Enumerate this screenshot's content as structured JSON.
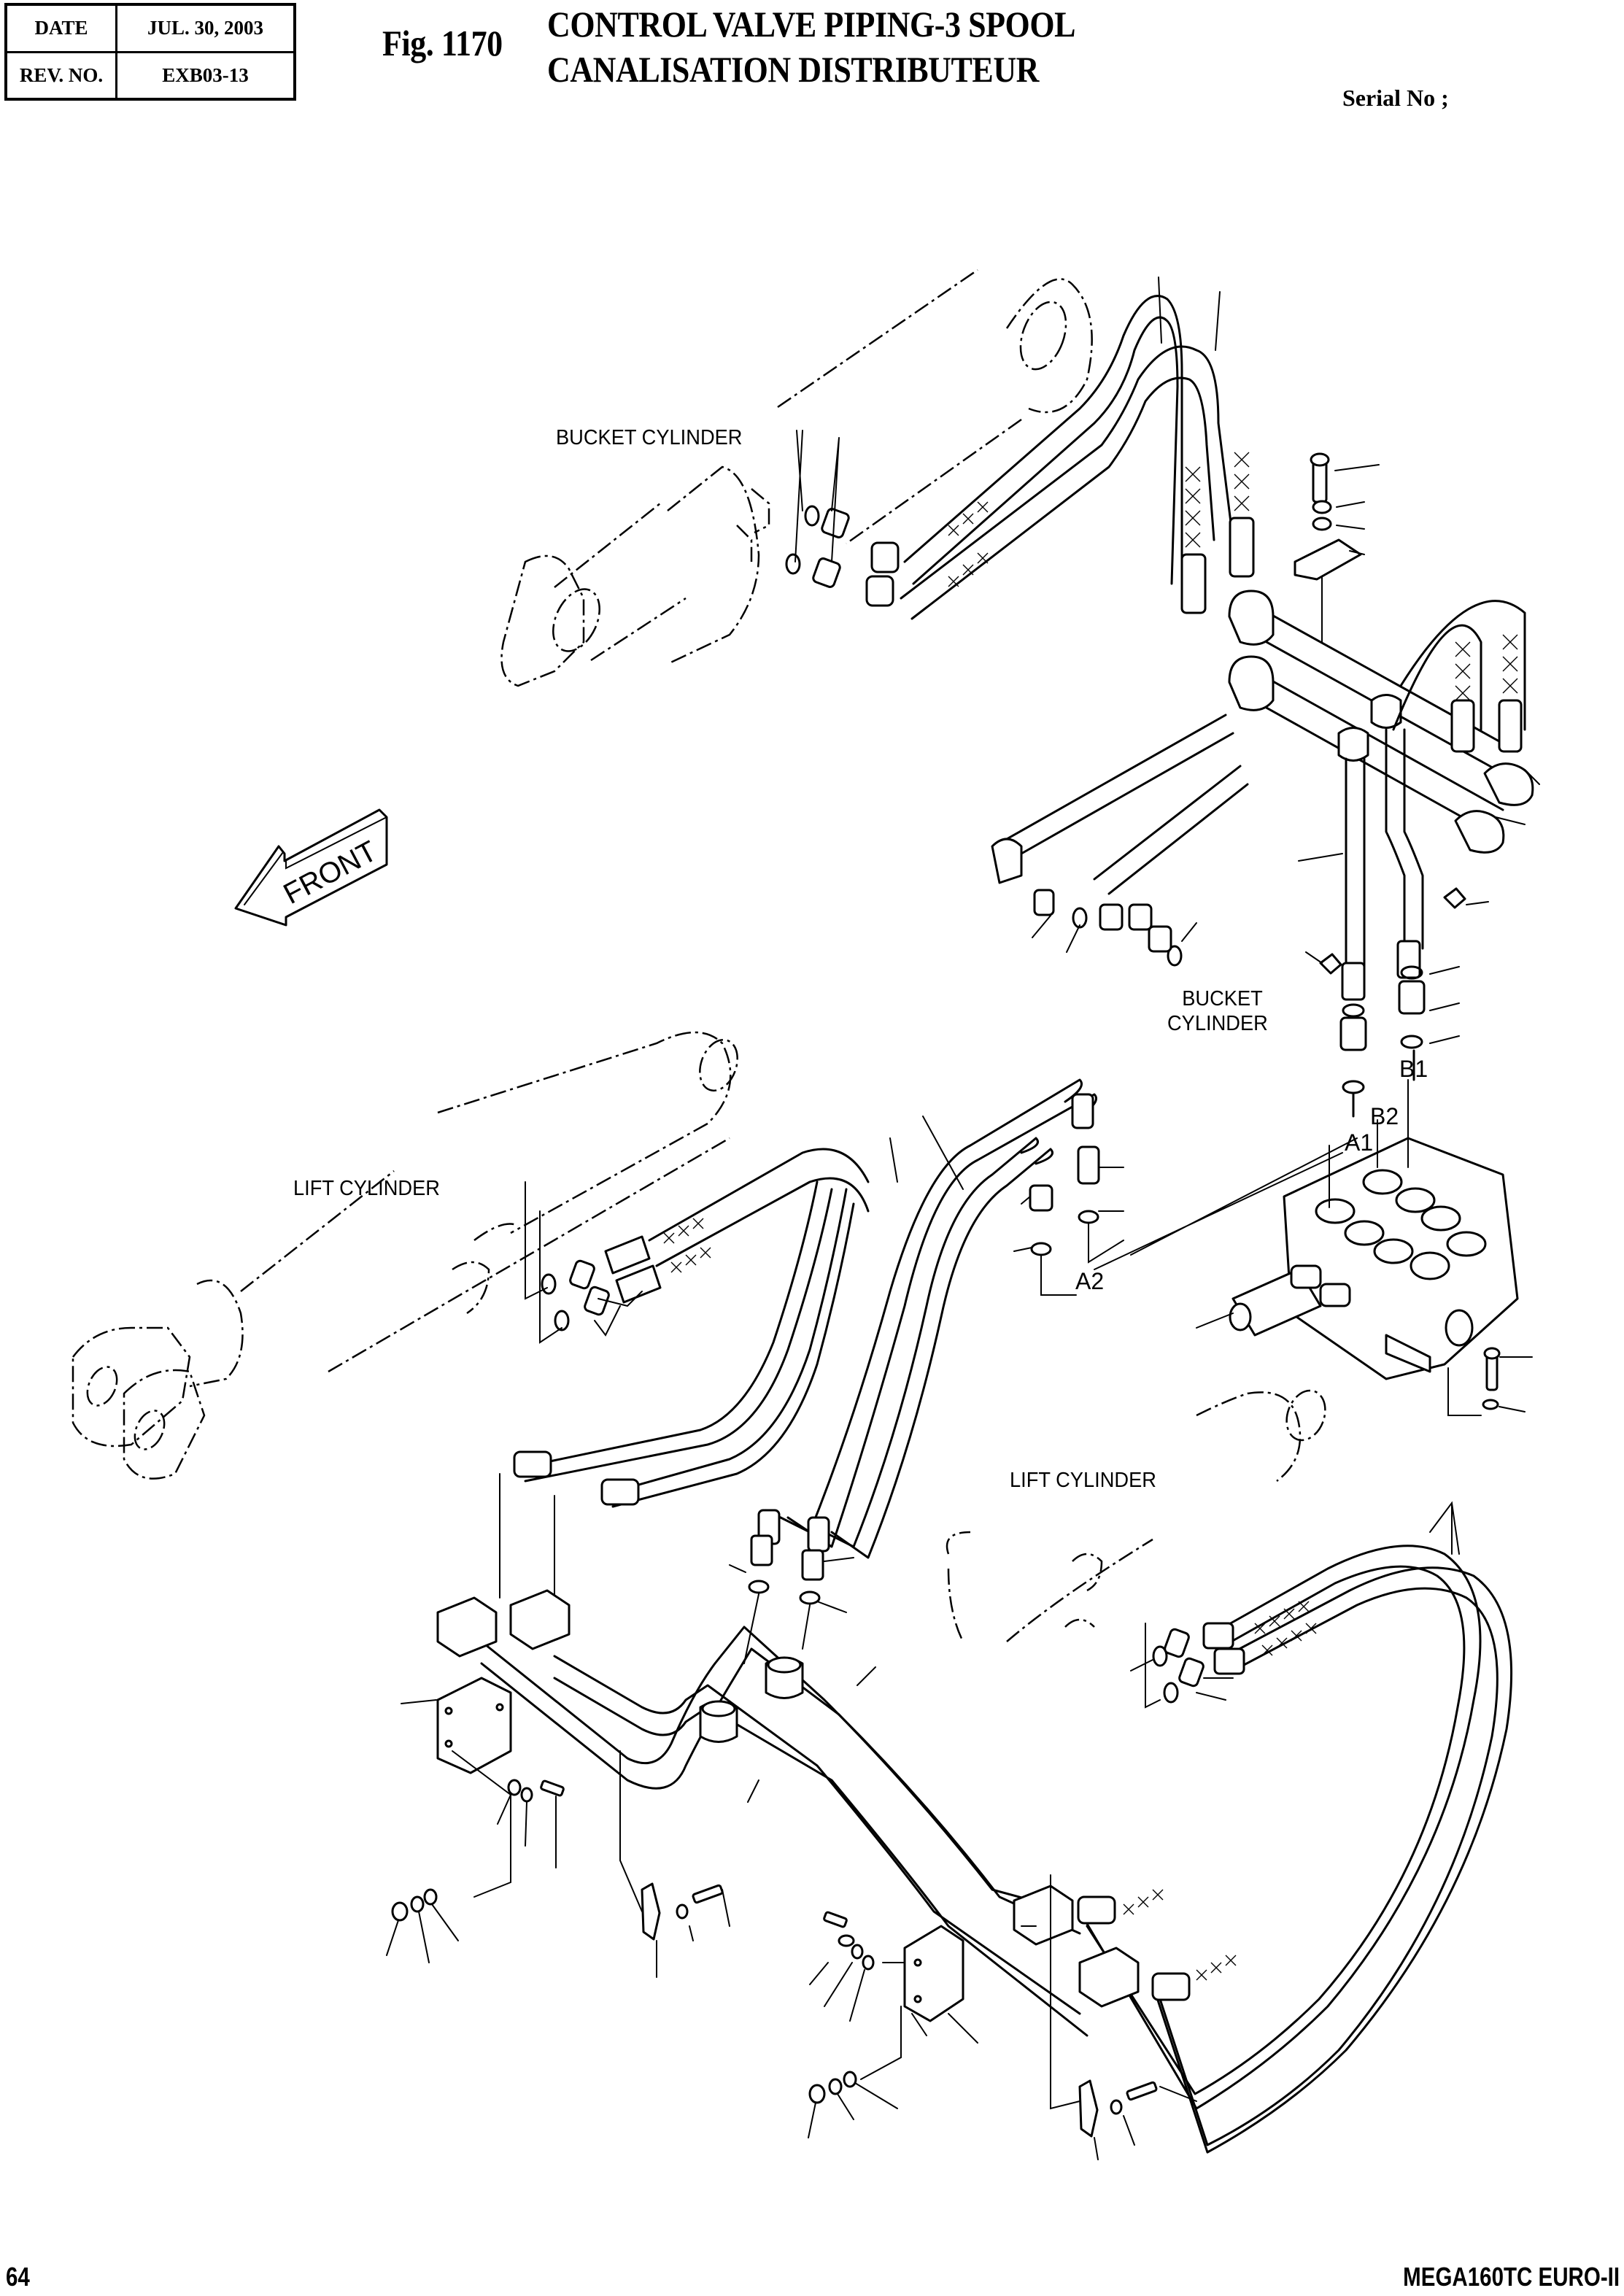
{
  "header": {
    "date_label": "DATE",
    "date_value": "JUL. 30, 2003",
    "rev_label": "REV. NO.",
    "rev_value": "EXB03-13"
  },
  "figure": {
    "number": "Fig. 1170",
    "title_en": "CONTROL VALVE PIPING-3 SPOOL",
    "title_fr": "CANALISATION DISTRIBUTEUR"
  },
  "serial": {
    "label": "Serial No ;"
  },
  "drawing": {
    "labels": {
      "bucket_cylinder_top": "BUCKET CYLINDER",
      "bucket_cylinder_mid_line1": "BUCKET",
      "bucket_cylinder_mid_line2": "CYLINDER",
      "lift_cylinder_left": "LIFT CYLINDER",
      "lift_cylinder_right": "LIFT CYLINDER",
      "front_arrow": "FRONT"
    },
    "ports": [
      "B1",
      "B2",
      "A1",
      "A2"
    ]
  },
  "footer": {
    "page_number": "64",
    "model": "MEGA160TC EURO-II"
  }
}
